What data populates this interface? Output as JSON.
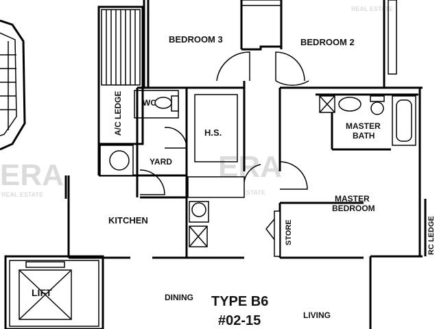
{
  "watermark": {
    "brand": "ERA",
    "tagline": "REAL ESTATE"
  },
  "rooms": {
    "bedroom3": "BEDROOM 3",
    "bedroom2": "BEDROOM 2",
    "ac_ledge": "A/C LEDGE",
    "wc": "WC",
    "hs": "H.S.",
    "master_bath_1": "MASTER",
    "master_bath_2": "BATH",
    "yard": "YARD",
    "kitchen": "KITCHEN",
    "master_bedroom_1": "MASTER",
    "master_bedroom_2": "BEDROOM",
    "store": "STORE",
    "rc_ledge": "RC LEDGE",
    "lift": "LIFT",
    "dining": "DINING",
    "living": "LIVING"
  },
  "unit": {
    "type": "TYPE B6",
    "number": "#02-15"
  }
}
